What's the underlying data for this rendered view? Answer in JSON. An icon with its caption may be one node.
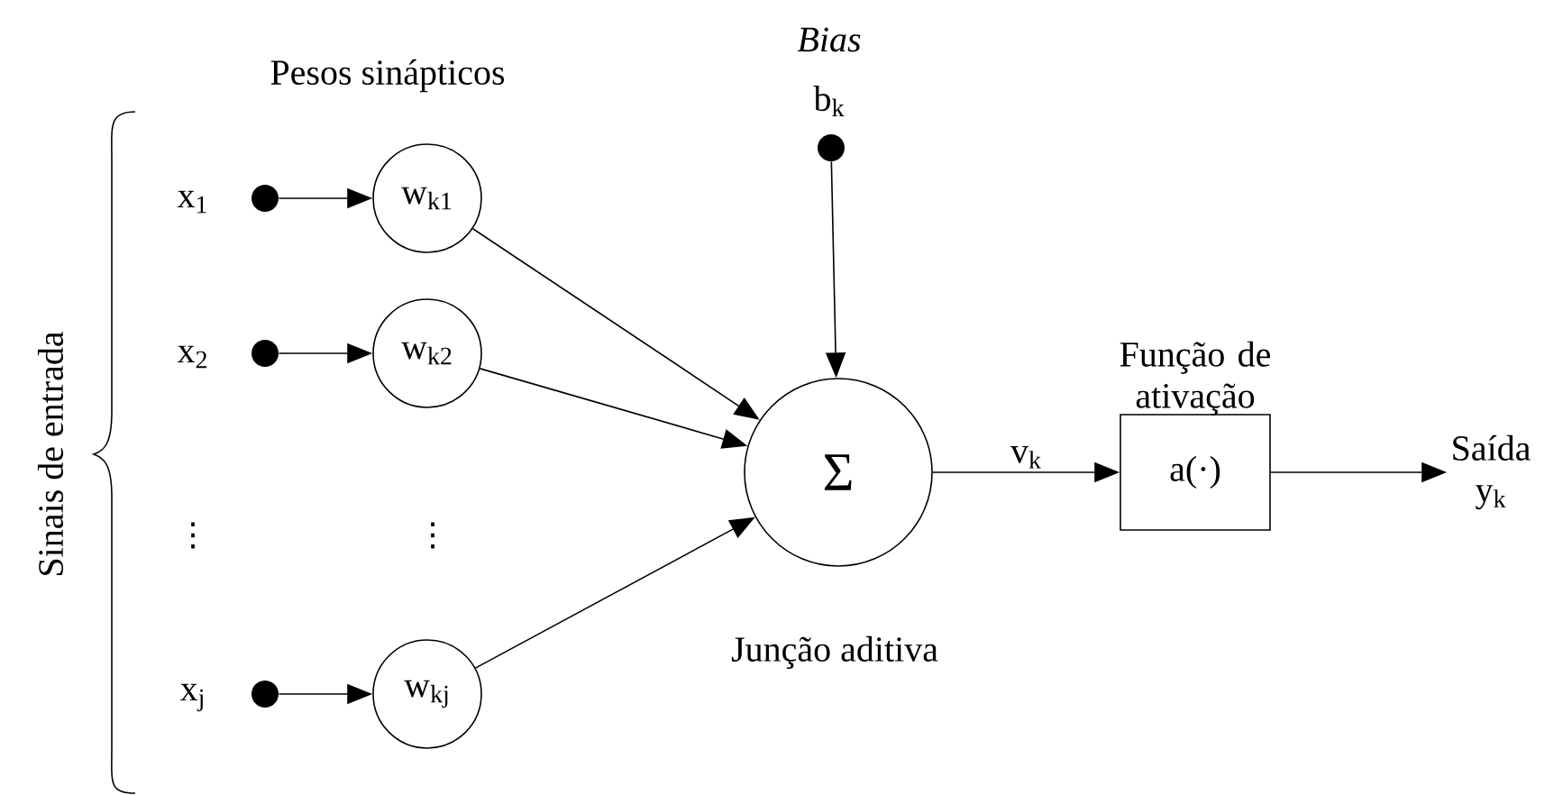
{
  "diagram": {
    "nodes": [
      {
        "text": [],
        "shape": "circle",
        "beside": [
          "x$_{1}$"
        ]
      },
      {
        "text": [
          "w$_{k1}$"
        ]
      },
      {
        "text": [],
        "shape": "circle",
        "beside": [
          "x$_{2}$"
        ]
      },
      {
        "text": [
          "w$_{k2}$"
        ]
      },
      {
        "text": [],
        "shape": "circle",
        "beside": [
          "x$_{j}$"
        ]
      },
      {
        "text": [
          "w$_{kj}$"
        ]
      },
      {
        "text": [
          "Σ"
        ],
        "beside": [
          "Junção aditiva"
        ]
      },
      {
        "text": [],
        "shape": "circle",
        "beside": [
          "Bias",
          "b$_{k}$"
        ]
      },
      {
        "text": [
          "Função de ativação",
          "a(·)"
        ]
      },
      {
        "text": [
          "Saída",
          "y$_{k}$"
        ]
      }
    ],
    "edges": [
      {
        "from": 0,
        "to": 1,
        "arrow": "to"
      },
      {
        "from": 2,
        "to": 3,
        "arrow": "to"
      },
      {
        "from": 4,
        "to": 5,
        "arrow": "to"
      },
      {
        "from": 1,
        "to": 6,
        "arrow": "to"
      },
      {
        "from": 3,
        "to": 6,
        "arrow": "to"
      },
      {
        "from": 5,
        "to": 6,
        "arrow": "to"
      },
      {
        "from": 7,
        "to": 6,
        "arrow": "to"
      },
      {
        "from": 6,
        "to": 8,
        "arrow": "to",
        "label": "v$_{k}$"
      },
      {
        "from": 8,
        "to": 9,
        "arrow": "to"
      }
    ],
    "labels": [
      "Pesos sinápticos",
      "⋮",
      "⋮",
      "Sinais de entrada"
    ]
  }
}
